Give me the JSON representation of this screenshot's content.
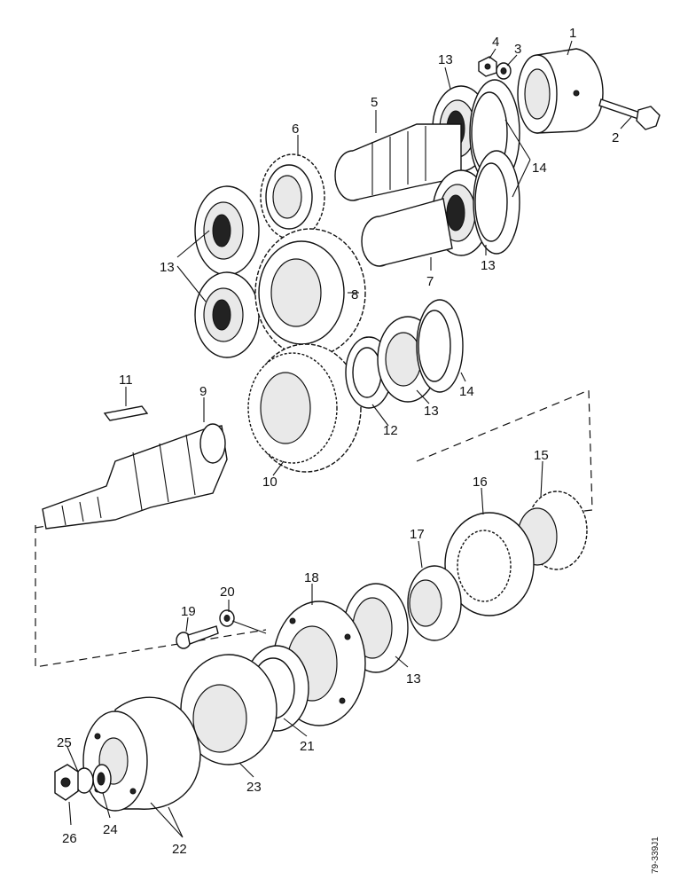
{
  "diagram": {
    "part_labels": {
      "p1": "1",
      "p2": "2",
      "p3": "3",
      "p4": "4",
      "p5": "5",
      "p6": "6",
      "p7": "7",
      "p8": "8",
      "p9": "9",
      "p10": "10",
      "p11": "11",
      "p12": "12",
      "p13a": "13",
      "p13b": "13",
      "p13c": "13",
      "p13d": "13",
      "p13e": "13",
      "p14a": "14",
      "p14b": "14",
      "p15": "15",
      "p16": "16",
      "p17": "17",
      "p18": "18",
      "p19": "19",
      "p20": "20",
      "p21": "21",
      "p22": "22",
      "p23": "23",
      "p24": "24",
      "p25": "25",
      "p26": "26"
    },
    "reference": "79-339J1"
  }
}
